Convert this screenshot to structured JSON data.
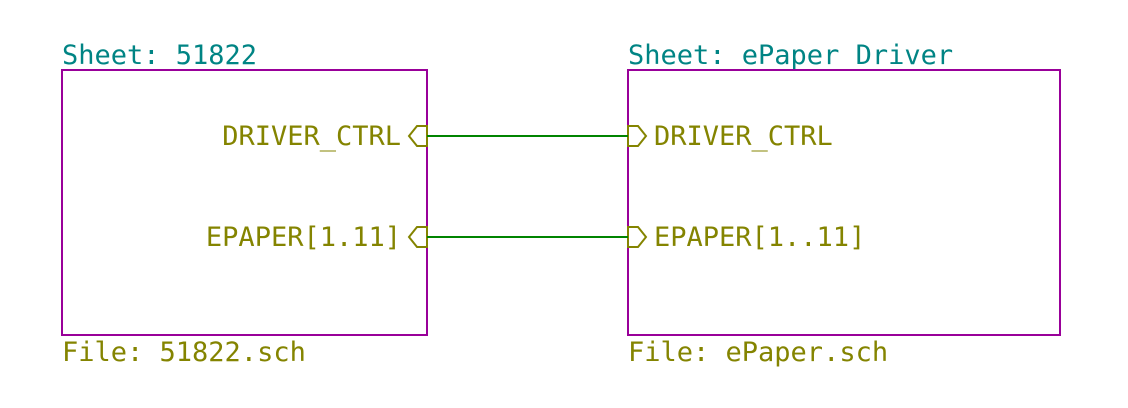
{
  "colors": {
    "sheet_border": "#990099",
    "sheet_name": "#008484",
    "file_text": "#848400",
    "pin_label": "#848400",
    "wire": "#008400",
    "background": "#ffffff"
  },
  "sheets": [
    {
      "name": "Sheet: 51822",
      "file": "File: 51822.sch",
      "pins": [
        {
          "label": "DRIVER_CTRL",
          "shape": "input"
        },
        {
          "label": "EPAPER[1.11]",
          "shape": "input"
        }
      ]
    },
    {
      "name": "Sheet: ePaper Driver",
      "file": "File: ePaper.sch",
      "pins": [
        {
          "label": "DRIVER_CTRL",
          "shape": "output"
        },
        {
          "label": "EPAPER[1..11]",
          "shape": "output"
        }
      ]
    }
  ],
  "wires": [
    {
      "from": "Sheet: 51822/DRIVER_CTRL",
      "to": "Sheet: ePaper Driver/DRIVER_CTRL"
    },
    {
      "from": "Sheet: 51822/EPAPER[1.11]",
      "to": "Sheet: ePaper Driver/EPAPER[1..11]"
    }
  ]
}
